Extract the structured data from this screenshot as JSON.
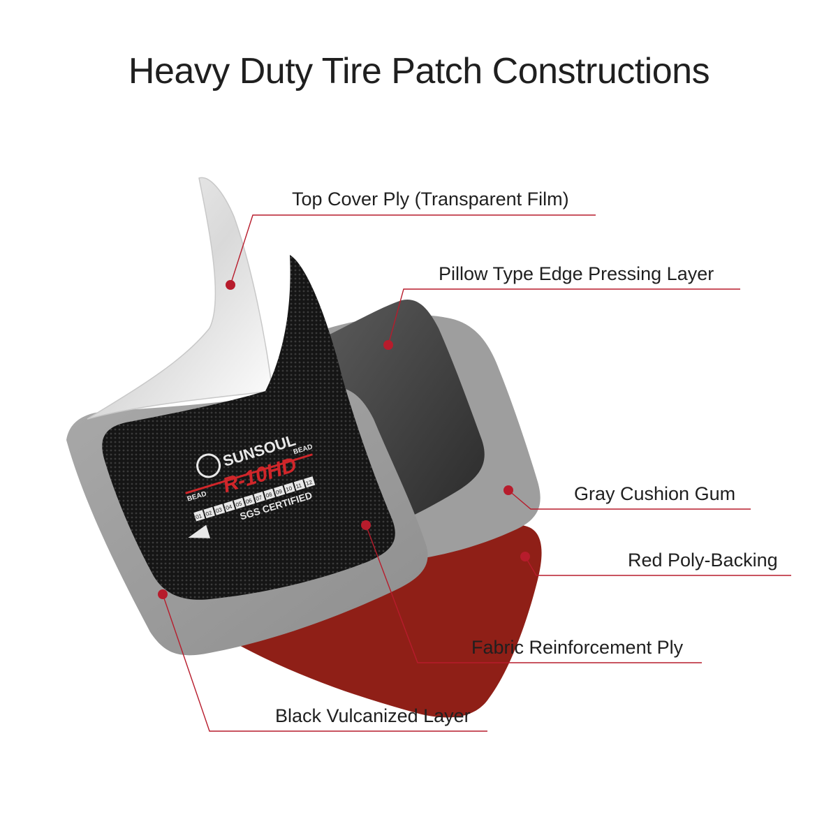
{
  "title": "Heavy Duty Tire Patch Constructions",
  "accent_color": "#b71c2c",
  "patch_print": {
    "brand": "SUNSOUL",
    "model": "R-10HD",
    "bead_left": "BEAD",
    "bead_right": "BEAD",
    "certification": "SGS CERTIFIED",
    "scale": [
      "01",
      "02",
      "03",
      "04",
      "05",
      "06",
      "07",
      "08",
      "09",
      "10",
      "11",
      "12"
    ]
  },
  "layers": [
    {
      "id": "top-cover-ply",
      "label": "Top Cover Ply (Transparent Film)"
    },
    {
      "id": "pillow-edge-layer",
      "label": "Pillow Type Edge Pressing Layer"
    },
    {
      "id": "gray-cushion-gum",
      "label": "Gray Cushion Gum"
    },
    {
      "id": "red-poly-backing",
      "label": "Red Poly-Backing"
    },
    {
      "id": "fabric-reinforcement-ply",
      "label": "Fabric Reinforcement Ply"
    },
    {
      "id": "black-vulcanized-layer",
      "label": "Black Vulcanized Layer"
    }
  ]
}
